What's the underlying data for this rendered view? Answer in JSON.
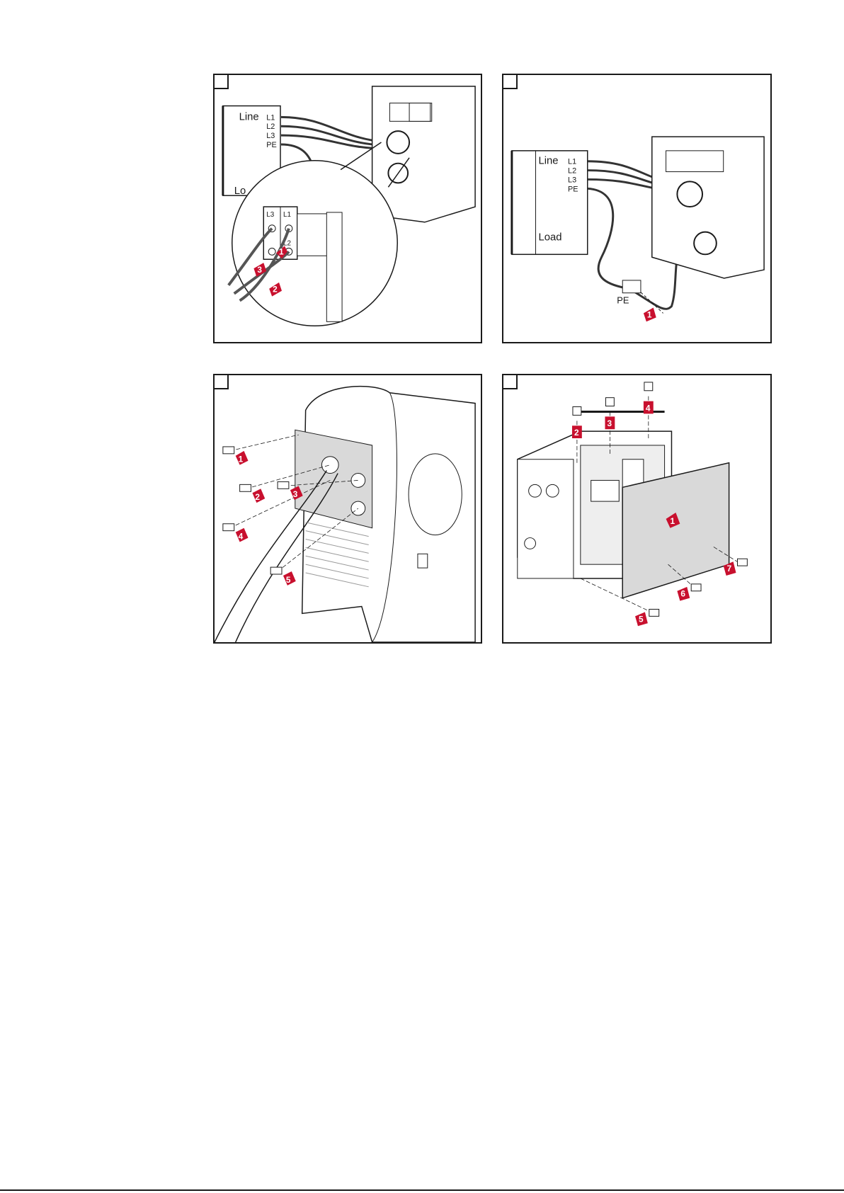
{
  "panels": [
    {
      "id": "p1",
      "labels": {
        "line": "Line",
        "load_partial": "Lo",
        "l1": "L1",
        "l2": "L2",
        "l3": "L3",
        "pe": "PE",
        "detail_l3": "L3",
        "detail_l1": "L1",
        "detail_l2": "L2"
      },
      "arrows": [
        "1",
        "2",
        "3"
      ]
    },
    {
      "id": "p2",
      "labels": {
        "line": "Line",
        "load": "Load",
        "l1": "L1",
        "l2": "L2",
        "l3": "L3",
        "pe": "PE",
        "pe_cable": "PE"
      },
      "arrows": [
        "1"
      ]
    },
    {
      "id": "p3",
      "arrows": [
        "1",
        "2",
        "3",
        "4",
        "5"
      ]
    },
    {
      "id": "p4",
      "arrows": [
        "1",
        "2",
        "3",
        "4",
        "5",
        "6",
        "7"
      ]
    }
  ],
  "colors": {
    "arrow": "#c8102e",
    "line": "#1a1a1a",
    "panel_fill": "#d9d9d9"
  }
}
